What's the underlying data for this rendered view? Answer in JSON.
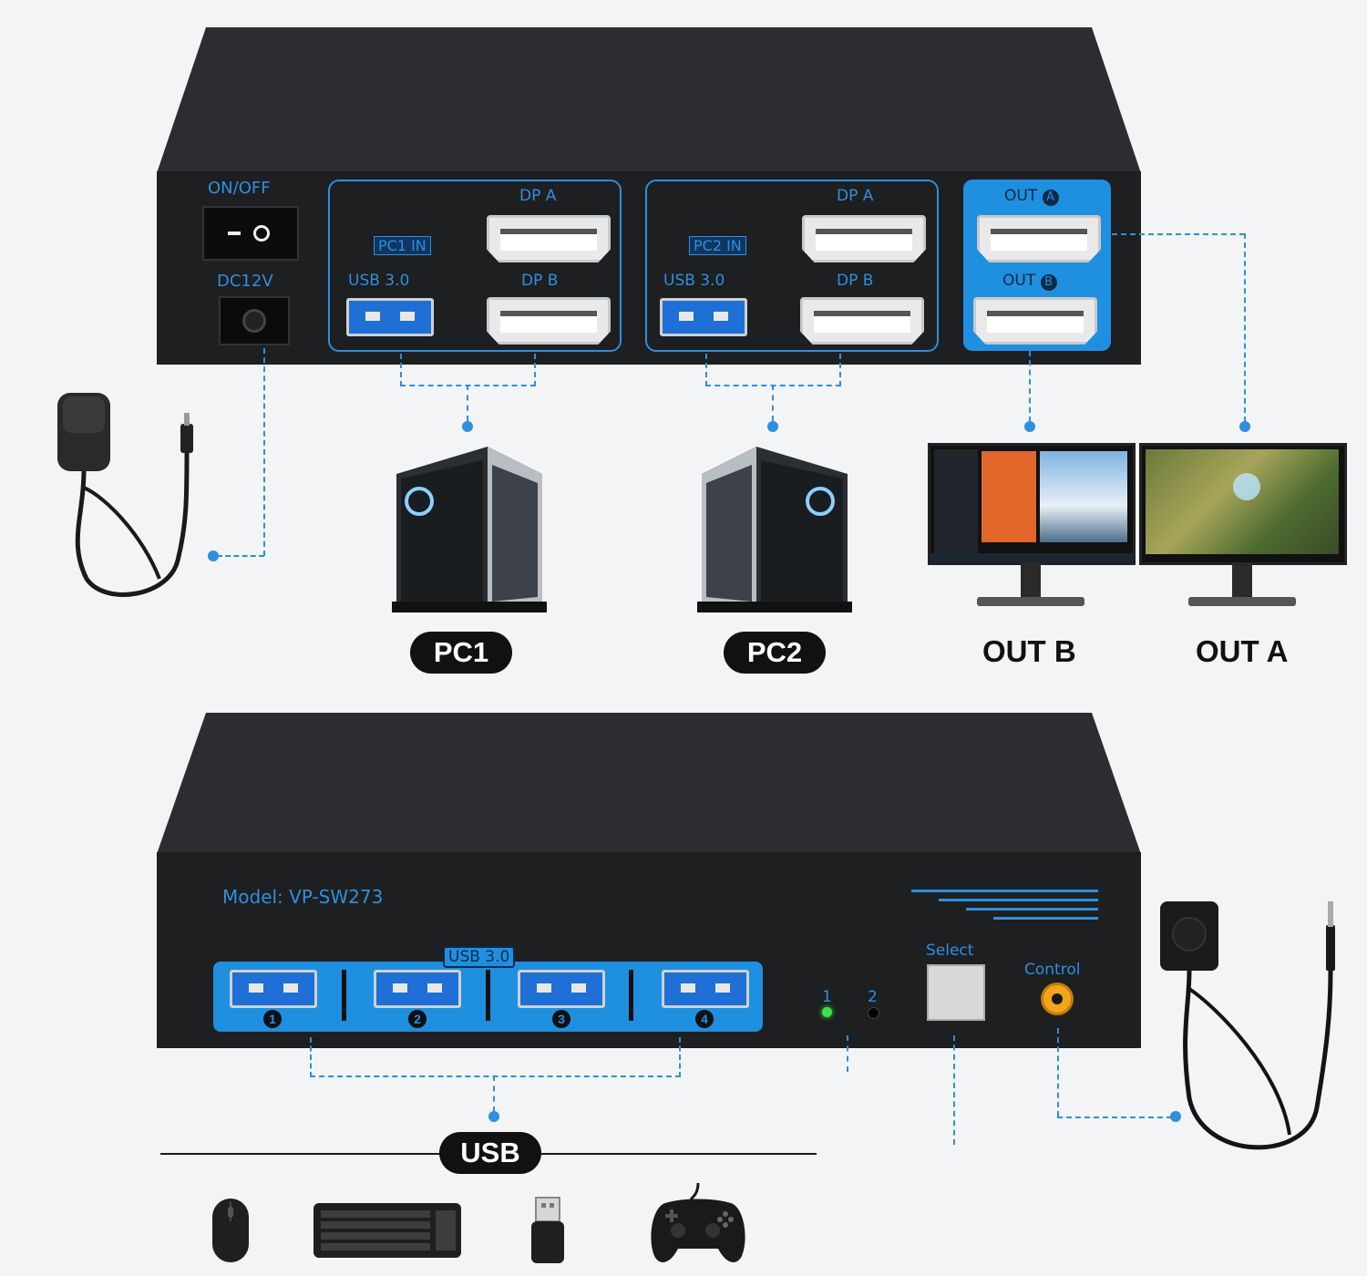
{
  "top_panel": {
    "on_off": "ON/OFF",
    "dc12v": "DC12V",
    "pc1_in": "PC1 IN",
    "pc2_in": "PC2 IN",
    "usb30_a": "USB 3.0",
    "usb30_b": "USB 3.0",
    "dp_a_1": "DP A",
    "dp_b_1": "DP B",
    "dp_a_2": "DP A",
    "dp_b_2": "DP B",
    "out_a": "OUT",
    "out_a_letter": "A",
    "out_b": "OUT",
    "out_b_letter": "B"
  },
  "labels": {
    "pc1": "PC1",
    "pc2": "PC2",
    "out_b": "OUT B",
    "out_a": "OUT A",
    "usb": "USB"
  },
  "bottom_panel": {
    "model": "Model: VP-SW273",
    "usb30": "USB 3.0",
    "port_numbers": [
      "1",
      "2",
      "3",
      "4"
    ],
    "led_1": "1",
    "led_2": "2",
    "select": "Select",
    "control": "Control"
  },
  "colors": {
    "accent": "#2e8fe0",
    "panel": "#222426",
    "highlight": "#1f8fe0"
  },
  "peripherals": [
    "mouse-icon",
    "keyboard-icon",
    "usb-dongle-icon",
    "gamepad-icon"
  ]
}
